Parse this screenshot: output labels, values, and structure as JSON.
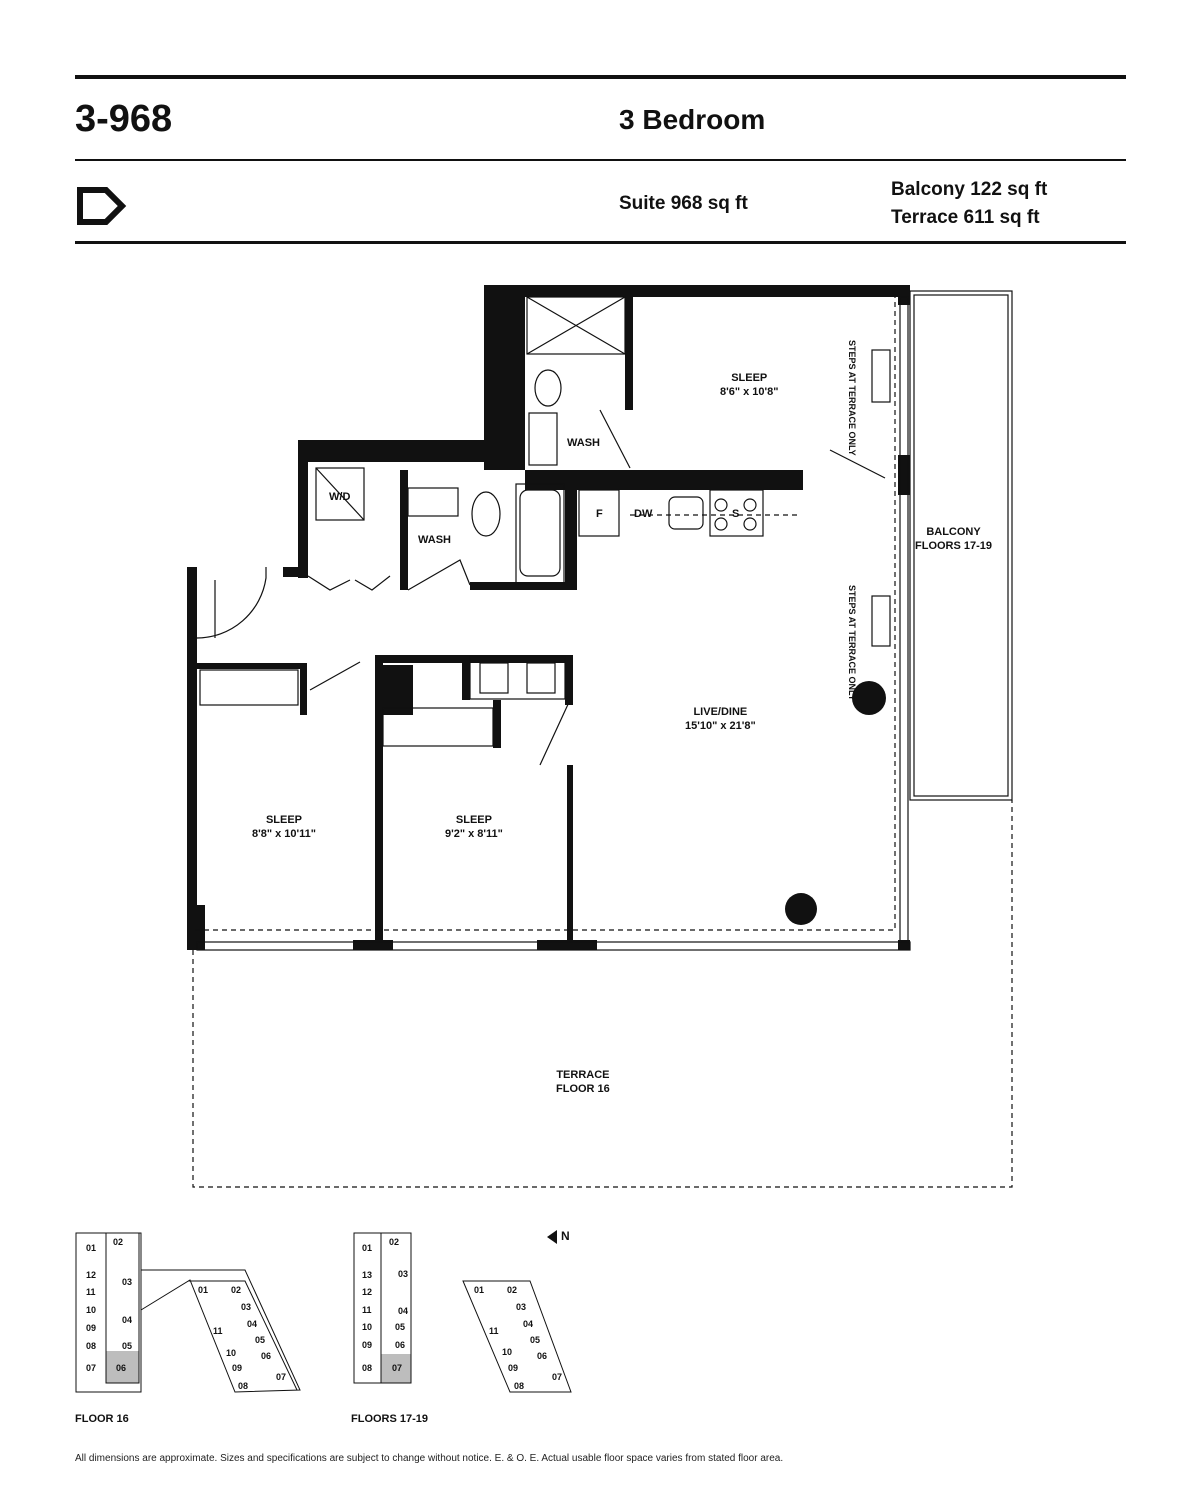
{
  "header": {
    "unit_code": "3-968",
    "unit_type": "3 Bedroom",
    "suite_area": "Suite 968 sq ft",
    "balcony_area": "Balcony 122 sq ft",
    "terrace_area": "Terrace 611 sq ft",
    "logo_letter": "D"
  },
  "plan": {
    "rooms": [
      {
        "name": "SLEEP",
        "dims": "8'6\" x 10'8\""
      },
      {
        "name": "WASH"
      },
      {
        "name": "W/D"
      },
      {
        "name": "WASH"
      },
      {
        "name": "LIVE/DINE",
        "dims": "15'10\" x 21'8\""
      },
      {
        "name": "SLEEP",
        "dims": "8'8\" x 10'11\""
      },
      {
        "name": "SLEEP",
        "dims": "9'2\" x 8'11\""
      }
    ],
    "appliances": {
      "fridge": "F",
      "dishwasher": "DW",
      "stove": "S"
    },
    "steps_note": "STEPS AT TERRACE ONLY",
    "balcony": "BALCONY",
    "balcony_floors": "FLOORS 17-19",
    "terrace": "TERRACE",
    "terrace_floor": "FLOOR 16"
  },
  "keyplans": {
    "north": "N",
    "floor16_label": "FLOOR 16",
    "floors17_label": "FLOORS 17-19",
    "floor16_west": [
      "01",
      "02",
      "12",
      "03",
      "11",
      "10",
      "04",
      "09",
      "08",
      "05",
      "07",
      "06"
    ],
    "floor16_east": [
      "01",
      "02",
      "03",
      "11",
      "04",
      "05",
      "10",
      "06",
      "09",
      "08",
      "07"
    ],
    "floors17_west": [
      "01",
      "02",
      "13",
      "03",
      "12",
      "11",
      "04",
      "10",
      "05",
      "09",
      "06",
      "08",
      "07"
    ],
    "floors17_east": [
      "01",
      "02",
      "03",
      "11",
      "04",
      "05",
      "10",
      "06",
      "09",
      "08",
      "07"
    ],
    "highlight_floor16": "06",
    "highlight_floors17": "07",
    "highlight_color": "#bdbdbd"
  },
  "footer": {
    "disclaimer": "All dimensions are approximate. Sizes and specifications are subject to change without notice. E. & O. E. Actual usable floor space varies from stated floor area."
  }
}
